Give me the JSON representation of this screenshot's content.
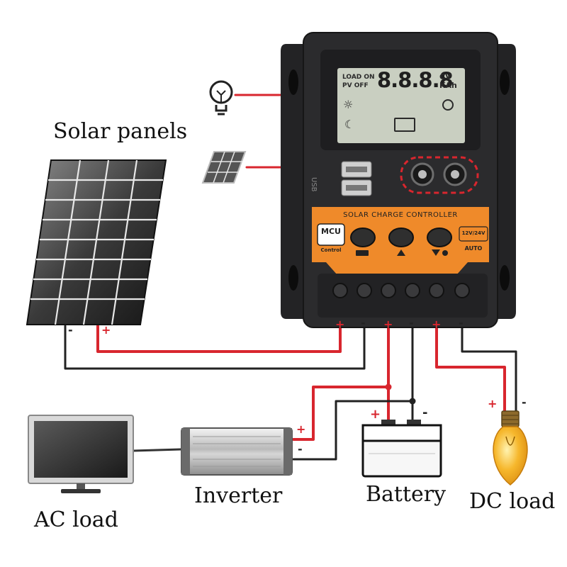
{
  "labels": {
    "solar_panels": "Solar panels",
    "inverter": "Inverter",
    "battery": "Battery",
    "dc_load": "DC load",
    "ac_load": "AC load"
  },
  "controller": {
    "title": "SOLAR CHARGE CONTROLLER",
    "lcd_load_on": "LOAD ON",
    "lcd_pv_off": "PV OFF",
    "lcd_digits": "8.8.8.8",
    "lcd_unit_v": "CV",
    "lcd_unit_kah": "KAh",
    "mcu_label": "MCU",
    "mcu_sub": "Control",
    "voltage_badge": "12V/24V",
    "auto_label": "AUTO",
    "usb_label": "USB"
  },
  "polarity": {
    "plus": "+",
    "minus": "-"
  },
  "colors": {
    "wire_red": "#d8262e",
    "wire_black": "#222222",
    "controller_body": "#2b2b2d",
    "panel_orange": "#ef8a2a",
    "lcd_bg": "#c9cfc1",
    "bulb_yellow": "#f6b72c"
  }
}
